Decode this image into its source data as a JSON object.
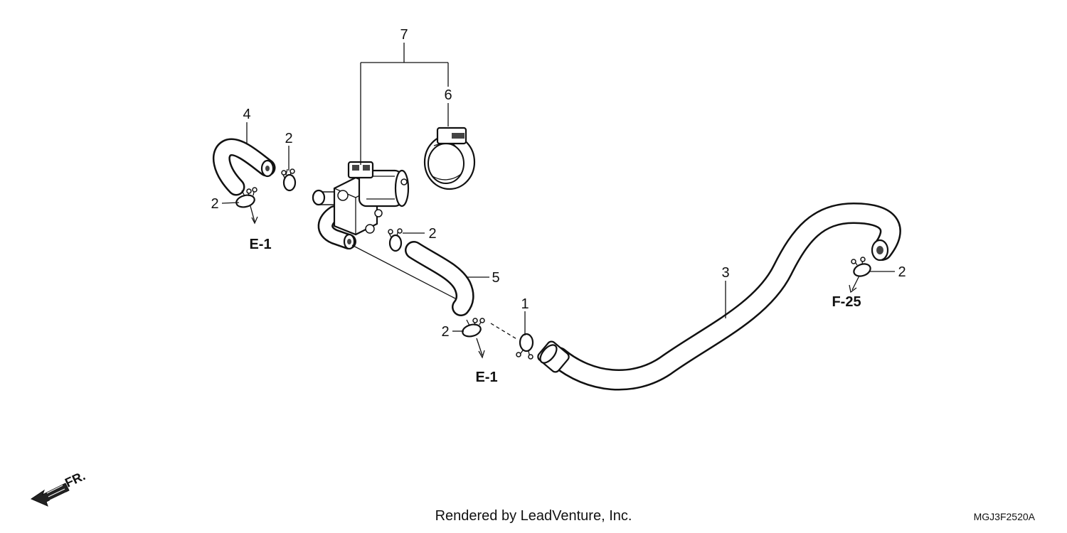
{
  "callouts": {
    "c1": "1",
    "c2a": "2",
    "c2b": "2",
    "c2c": "2",
    "c2d": "2",
    "c2e": "2",
    "c3": "3",
    "c4": "4",
    "c5": "5",
    "c6": "6",
    "c7": "7"
  },
  "refs": {
    "e1_left": "E-1",
    "e1_bottom": "E-1",
    "f25": "F-25"
  },
  "direction": {
    "label": "FR."
  },
  "footer": {
    "credit": "Rendered by LeadVenture, Inc.",
    "code": "MGJ3F2520A"
  }
}
